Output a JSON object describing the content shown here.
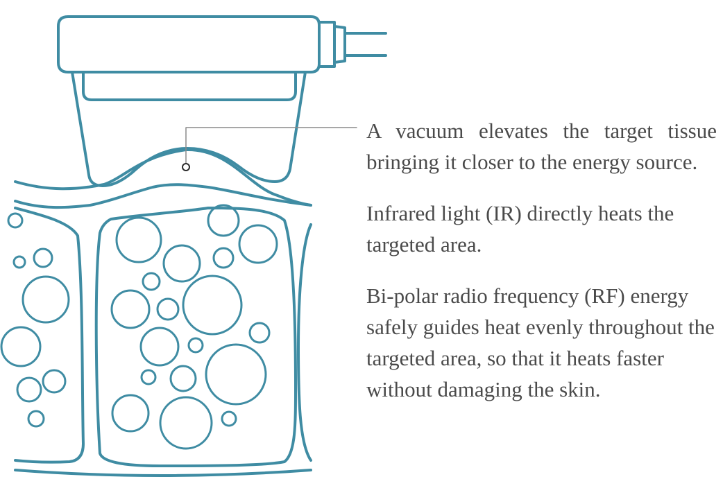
{
  "colors": {
    "illustration_stroke": "#3f8ca3",
    "callout_line": "#8a8a8a",
    "caption_text": "#4a4a4a",
    "background": "#ffffff"
  },
  "captions": [
    "A vacuum elevates the target tissue bringing it closer to the energy source.",
    "Infrared light (IR) directly heats the targeted area.",
    "Bi-polar radio frequency (RF) energy safely guides heat evenly throughout the targeted area, so that it heats faster without damaging the skin."
  ]
}
